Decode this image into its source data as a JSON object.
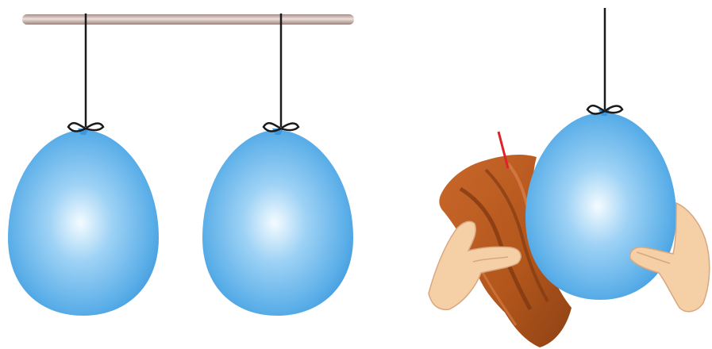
{
  "scene": {
    "description_elements": [
      "hanging-rod",
      "balloon-left",
      "balloon-middle",
      "balloon-right",
      "fur-cloth",
      "hands"
    ],
    "colors": {
      "balloon_center": "#f4fbff",
      "balloon_mid": "#7fc2f0",
      "balloon_edge": "#3e97dc",
      "string": "#1a1a1a",
      "rod_light": "#d9c4bf",
      "rod_dark": "#a88d88",
      "skin": "#f5cfa6",
      "skin_shadow": "#d9a77f",
      "fur_base": "#b85a1e",
      "fur_dark": "#7a3510",
      "fur_light": "#d9824a",
      "spark": "#e0232b"
    }
  }
}
